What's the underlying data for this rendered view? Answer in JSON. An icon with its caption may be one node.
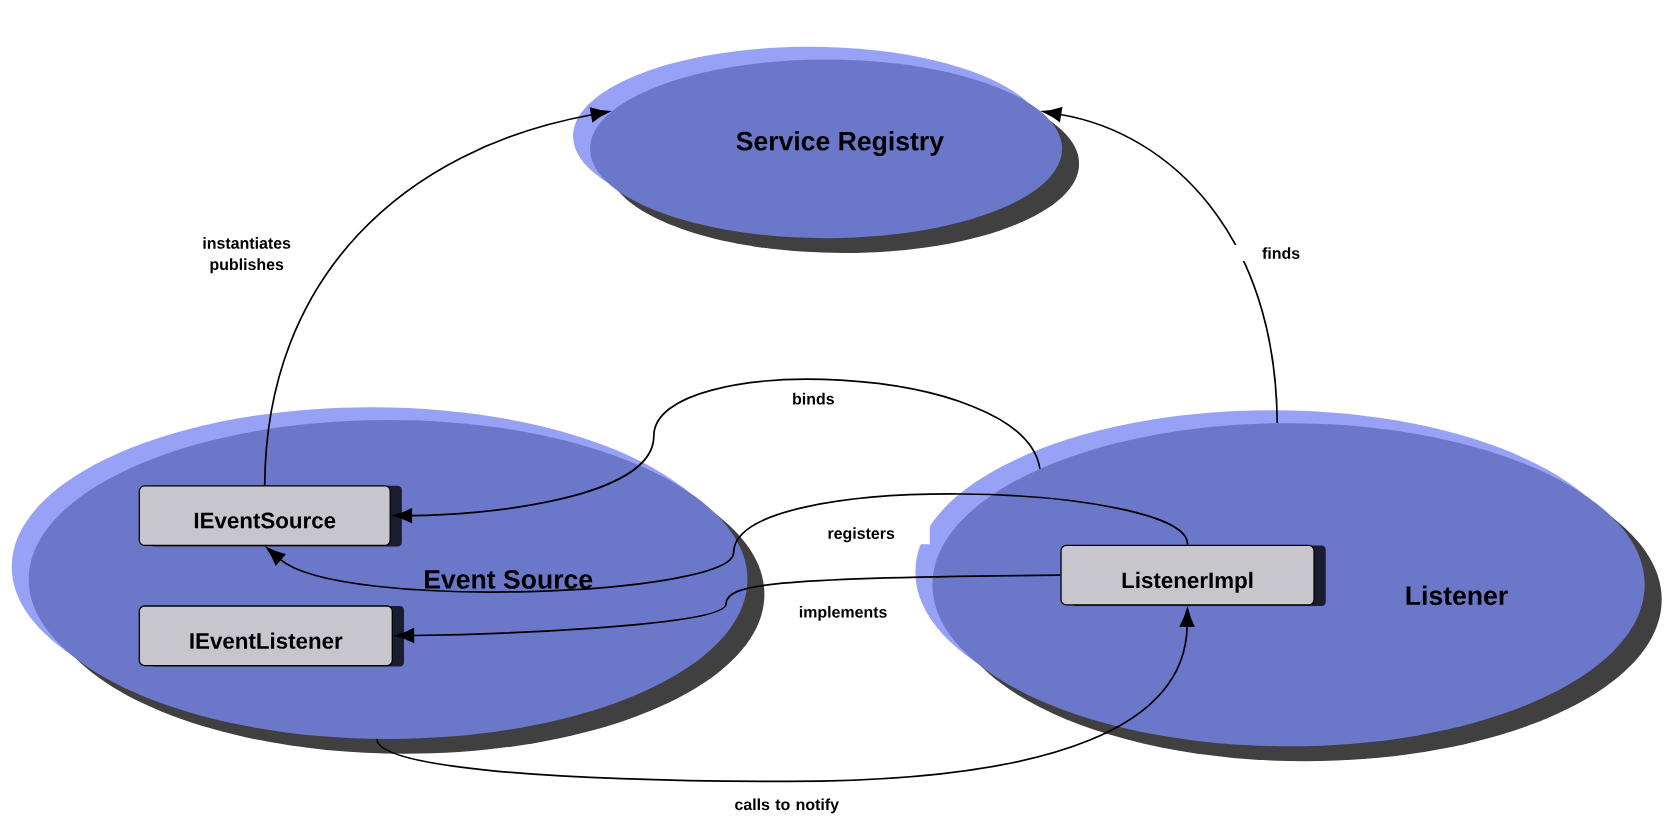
{
  "diagram": {
    "nodes": [
      {
        "text": [
          "Service Registry"
        ]
      },
      {
        "text": [
          "Event Source"
        ]
      },
      {
        "text": [
          "IEventSource"
        ],
        "in": 1
      },
      {
        "text": [
          "IEventListener"
        ],
        "in": 1
      },
      {
        "text": [
          "Listener"
        ]
      },
      {
        "text": [
          "ListenerImpl"
        ],
        "in": 4
      }
    ],
    "edges": [
      {
        "from": 2,
        "to": 0,
        "arrow": "to",
        "label": "instantiates publishes"
      },
      {
        "from": 4,
        "to": 0,
        "arrow": "to",
        "label": "finds"
      },
      {
        "from": 4,
        "to": 2,
        "arrow": "to",
        "label": "binds"
      },
      {
        "from": 5,
        "to": 2,
        "arrow": "to",
        "label": "registers"
      },
      {
        "from": 5,
        "to": 3,
        "arrow": "to",
        "label": "implements"
      },
      {
        "from": 1,
        "to": 5,
        "arrow": "to",
        "label": "calls to notify"
      }
    ]
  }
}
